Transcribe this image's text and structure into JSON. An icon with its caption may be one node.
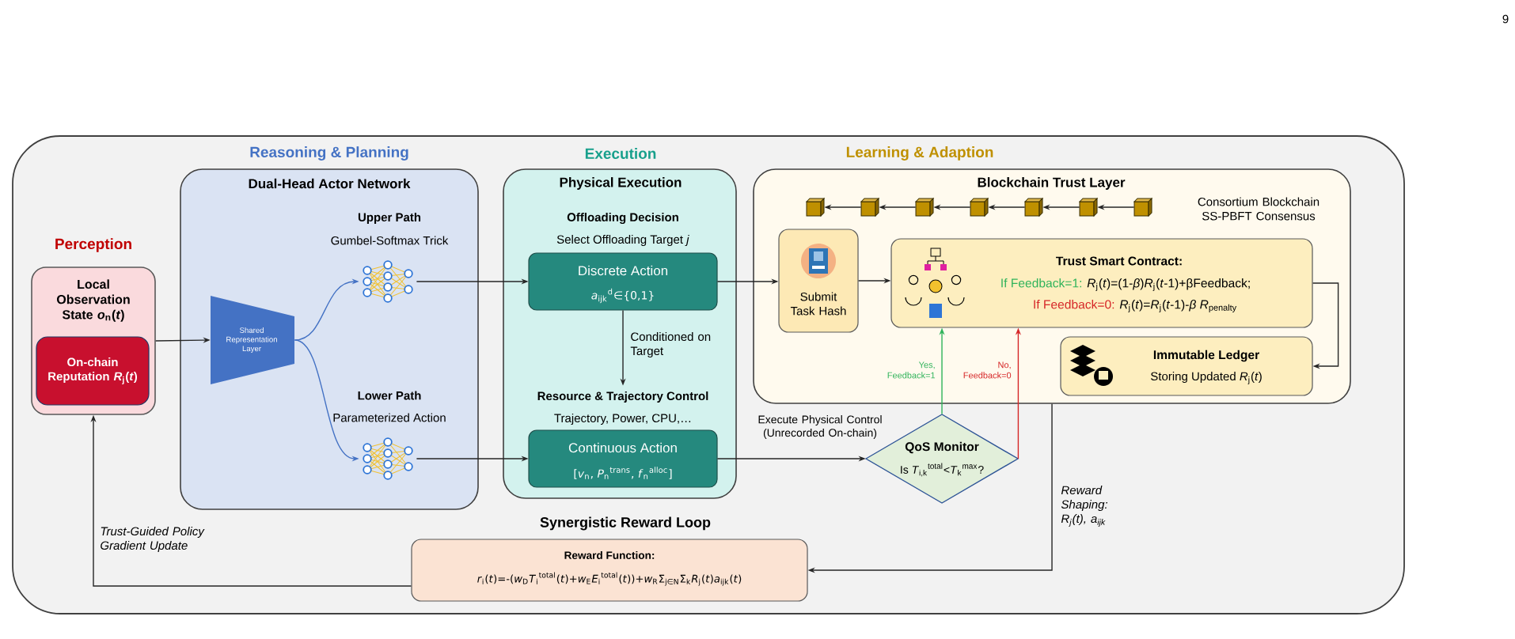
{
  "diagram": {
    "nodes": [
      {
        "text": [
          "Perception",
          "Local Observation State *o*$_{n}$(*t*)"
        ]
      },
      {
        "text": [
          "On-chain Reputation *R*$_{j}$(*t*)"
        ],
        "in": 0
      },
      {
        "text": [
          "Reasoning & Planning",
          "Dual-Head Actor Network"
        ]
      },
      {
        "text": [
          "Shared Representation Layer"
        ],
        "in": 2
      },
      {
        "text": [],
        "shape": "picture",
        "beside": [
          "Upper Path",
          "Gumbel-Softmax Trick"
        ],
        "in": 2
      },
      {
        "text": [],
        "shape": "picture",
        "beside": [
          "Lower Path",
          "Parameterized Action"
        ],
        "in": 2
      },
      {
        "text": [
          "Execution",
          "Physical Execution"
        ]
      },
      {
        "text": [
          "Offloading Decision",
          "Select Offloading Target *j*",
          "Discrete Action",
          "*a*$_{ijk}$$^{d}$∈{0,1}"
        ],
        "in": 6
      },
      {
        "text": [
          "Resource & Trajectory Control",
          "Trajectory, Power, CPU,…",
          "Continuous Action",
          "[*v*$_{n}$, *P*$_{n}$$^{trans}$, *f*$_{n}$$^{alloc}$]"
        ],
        "in": 6
      },
      {
        "text": [
          "Learning & Adaption",
          "Blockchain Trust Layer"
        ]
      },
      {
        "text": [],
        "shape": "box",
        "in": 9
      },
      {
        "text": [],
        "shape": "box",
        "in": 9
      },
      {
        "text": [],
        "shape": "box",
        "in": 9
      },
      {
        "text": [],
        "shape": "box",
        "in": 9
      },
      {
        "text": [],
        "shape": "box",
        "in": 9
      },
      {
        "text": [],
        "shape": "box",
        "in": 9
      },
      {
        "text": [],
        "shape": "box",
        "in": 9
      },
      {
        "text": [
          "Submit Task Hash"
        ],
        "in": 9
      },
      {
        "text": [
          "Trust Smart Contract:",
          "If Feedback=1:",
          "*R*$_{j}$(*t*)=(1-*β*)*R*$_{j}$(*t*-1)+βFeedback;",
          "If Feedback=0:",
          "*R*$_{j}$(*t*)=*R*$_{j}$(*t*-1)-*β* *R*$_{penalty}$"
        ],
        "in": 9
      },
      {
        "text": [
          "Immutable Ledger",
          "Storing Updated *R*$_{j}$(*t*)"
        ],
        "in": 9
      },
      {
        "text": [
          "QoS Monitor",
          "Is *T*$_{i,k}$$^{total}$<*T*$_{k}$$^{max}$?"
        ]
      },
      {
        "text": [
          "Synergistic Reward Loop",
          "Reward Function:",
          "*r*$_{i}$(*t*)=-(*w*$_{D}$*T*$_{i}$$^{total}$(*t*)+*w*$_{E}$*E*$_{i}$$^{total}$(*t*))+*w*$_{R}$Σ$_{j∈N}$Σ$_{k}$*R*$_{j}$(*t*)*a*$_{ijk}$(*t*)"
        ]
      }
    ],
    "edges": [
      {
        "from": 0,
        "to": 3,
        "arrow": "to"
      },
      {
        "from": 3,
        "to": 4,
        "arrow": "to",
        "color": "#4472c4"
      },
      {
        "from": 3,
        "to": 5,
        "arrow": "to",
        "color": "#4472c4"
      },
      {
        "from": 4,
        "to": 7,
        "arrow": "to"
      },
      {
        "from": 5,
        "to": 8,
        "arrow": "to"
      },
      {
        "from": 7,
        "to": 8,
        "arrow": "to",
        "label": "Conditioned on Target"
      },
      {
        "from": 7,
        "to": 17,
        "arrow": "to"
      },
      {
        "from": 11,
        "to": 10,
        "arrow": "to"
      },
      {
        "from": 12,
        "to": 11,
        "arrow": "to"
      },
      {
        "from": 13,
        "to": 12,
        "arrow": "to"
      },
      {
        "from": 14,
        "to": 13,
        "arrow": "to"
      },
      {
        "from": 15,
        "to": 14,
        "arrow": "to"
      },
      {
        "from": 16,
        "to": 15,
        "arrow": "to"
      },
      {
        "from": 17,
        "to": 18,
        "arrow": "to"
      },
      {
        "from": 18,
        "to": 19,
        "arrow": "to"
      },
      {
        "from": 8,
        "to": 20,
        "arrow": "to",
        "label": "Execute Physical Control (Unrecorded On-chain)"
      },
      {
        "from": 20,
        "to": 18,
        "arrow": "to",
        "label": "Yes, Feedback=1",
        "color": "#2fb35a"
      },
      {
        "from": 20,
        "to": 18,
        "arrow": "to",
        "label": "No, Feedback=0",
        "color": "#d62728"
      },
      {
        "from": 9,
        "to": 21,
        "arrow": "to",
        "label": "Reward Shaping: *R*$_{j}$(*t*), *a*$_{ijk}$"
      },
      {
        "from": 21,
        "to": 0,
        "arrow": "to",
        "label": "Trust-Guided Policy Gradient Update"
      }
    ],
    "labels": [
      "9",
      "Consortium Blockchain SS-PBFT Consensus"
    ]
  }
}
